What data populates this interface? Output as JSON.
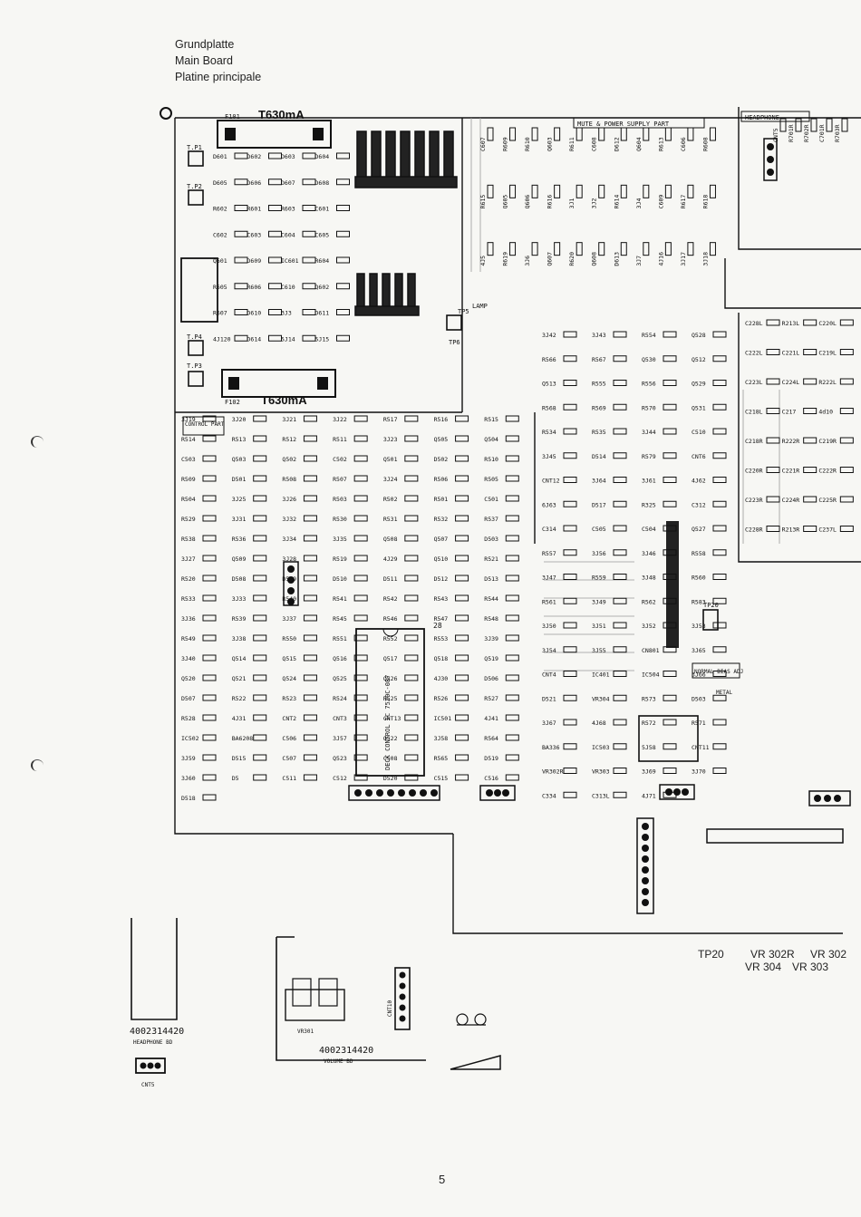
{
  "header": {
    "line1": "Grundplatte",
    "line2": "Main Board",
    "line3": "Platine principale"
  },
  "fuses": {
    "f101": {
      "ref": "F101",
      "value": "T630mA"
    },
    "f102": {
      "ref": "F102",
      "value": "T630mA"
    }
  },
  "section_labels": {
    "mute_power": "MUTE & POWER SUPPLY PART",
    "headphone": "HEADPHONE",
    "control": "CONTROL PART",
    "normal_bias": "NORMAL BIAS ADJ",
    "metal": "METAL",
    "lamp": "LAMP"
  },
  "test_points": [
    "T.P1",
    "T.P2",
    "T.P4",
    "T.P3",
    "TP5",
    "TP6",
    "TP20"
  ],
  "power_components": [
    "D601",
    "D602",
    "D603",
    "D604",
    "D605",
    "D606",
    "D607",
    "D608",
    "R602",
    "R601",
    "R603",
    "C601",
    "C602",
    "C603",
    "C604",
    "C605",
    "Q601",
    "D609",
    "IC601",
    "R604",
    "R605",
    "R606",
    "C610",
    "Q602",
    "R607",
    "D610",
    "3J3",
    "D611",
    "4J120",
    "D614",
    "5J14",
    "5J15"
  ],
  "mute_components": [
    "C607",
    "R609",
    "R610",
    "Q603",
    "R611",
    "C608",
    "D612",
    "Q604",
    "R613",
    "C606",
    "R608",
    "R615",
    "Q605",
    "Q606",
    "R616",
    "3J1",
    "3J2",
    "R614",
    "3J4",
    "C609",
    "R617",
    "R618",
    "4J5",
    "R619",
    "3J6",
    "Q607",
    "R620",
    "Q608",
    "D613",
    "3J7",
    "4J16",
    "3J17",
    "3J18"
  ],
  "headphone_components": [
    "CNT5",
    "R701R",
    "R702R",
    "C701R",
    "R703R"
  ],
  "deck_components": [
    "3J42",
    "3J43",
    "R554",
    "Q528",
    "R566",
    "R567",
    "Q530",
    "Q512",
    "Q513",
    "R555",
    "R556",
    "Q529",
    "R568",
    "R569",
    "R570",
    "Q531",
    "R534",
    "R535",
    "3J44",
    "C510",
    "3J45",
    "D514",
    "R579",
    "CNT6",
    "CNT12",
    "3J64",
    "3J61",
    "4J62",
    "6J63",
    "D517",
    "R325",
    "C312",
    "C314",
    "C505",
    "C504",
    "Q527",
    "R557",
    "3J56",
    "3J46",
    "R558",
    "3J47",
    "R559",
    "3J48",
    "R560",
    "R561",
    "3J49",
    "R562",
    "R583",
    "3J50",
    "3J51",
    "3J52",
    "3J53",
    "3J54",
    "3J55",
    "CN801",
    "3J65",
    "CNT4",
    "IC401",
    "IC504",
    "3J66",
    "D521",
    "VR304",
    "R573",
    "D503",
    "3J67",
    "4J68",
    "R572",
    "R571",
    "BA336",
    "IC503",
    "5J58",
    "CNT11",
    "VR302R",
    "VR303",
    "3J69",
    "3J70",
    "C334",
    "C313L",
    "4J71"
  ],
  "audio_components": [
    "C228L",
    "R213L",
    "C220L",
    "C222L",
    "C221L",
    "C219L",
    "C223L",
    "C224L",
    "R222L",
    "C218L",
    "C217",
    "4d10",
    "C218R",
    "R222R",
    "C219R",
    "C220R",
    "C221R",
    "C222R",
    "C223R",
    "C224R",
    "C225R",
    "C228R",
    "R213R",
    "C237L"
  ],
  "control_components": [
    "3J19",
    "3J20",
    "3J21",
    "3J22",
    "R517",
    "R516",
    "R515",
    "R514",
    "R513",
    "R512",
    "R511",
    "3J23",
    "Q505",
    "Q504",
    "C503",
    "Q503",
    "Q502",
    "C502",
    "Q501",
    "D502",
    "R510",
    "R509",
    "D501",
    "R508",
    "R507",
    "3J24",
    "R506",
    "R505",
    "R504",
    "3J25",
    "3J26",
    "R503",
    "R502",
    "R501",
    "C501",
    "R529",
    "3J31",
    "3J32",
    "R530",
    "R531",
    "R532",
    "R537",
    "R538",
    "R536",
    "3J34",
    "3J35",
    "Q508",
    "Q507",
    "D503",
    "3J27",
    "Q509",
    "3J28",
    "R519",
    "4J29",
    "Q510",
    "R521",
    "R520",
    "D508",
    "D509",
    "D510",
    "D511",
    "D512",
    "D513",
    "R533",
    "3J33",
    "R540",
    "R541",
    "R542",
    "R543",
    "R544",
    "3J36",
    "R539",
    "3J37",
    "R545",
    "R546",
    "R547",
    "R548",
    "R549",
    "3J38",
    "R550",
    "R551",
    "R552",
    "R553",
    "3J39",
    "3J40",
    "Q514",
    "Q515",
    "Q516",
    "Q517",
    "Q518",
    "Q519",
    "Q520",
    "Q521",
    "Q524",
    "Q525",
    "Q526",
    "4J30",
    "D506",
    "D507",
    "R522",
    "R523",
    "R524",
    "R525",
    "R526",
    "R527",
    "R528",
    "4J31",
    "CNT2",
    "CNT3",
    "CNT13",
    "IC501",
    "4J41",
    "IC502",
    "BA6208",
    "C506",
    "3J57",
    "Q522",
    "3J58",
    "R564",
    "3J59",
    "D515",
    "C507",
    "Q523",
    "C508",
    "R565",
    "D519",
    "3J60",
    "D5",
    "C511",
    "C512",
    "D520",
    "C515",
    "C516",
    "D518"
  ],
  "ic501_label": "DECK CONTROL IC 7520C-087",
  "ic501_pin28": "28",
  "footer_labels": {
    "tp20": "TP20",
    "vr302r": "VR 302R",
    "vr302": "VR 302",
    "vr304": "VR 304",
    "vr303": "VR 303"
  },
  "sub_boards": {
    "headphone_part_no": "4002314420",
    "headphone_name": "HEADPHONE BD",
    "headphone_cnt": "CNT5",
    "volume_part_no": "4002314420",
    "volume_name": "VOLUME BD",
    "volume_vr": "VR301",
    "volume_cnt": "CNT10"
  },
  "page_number": "5"
}
